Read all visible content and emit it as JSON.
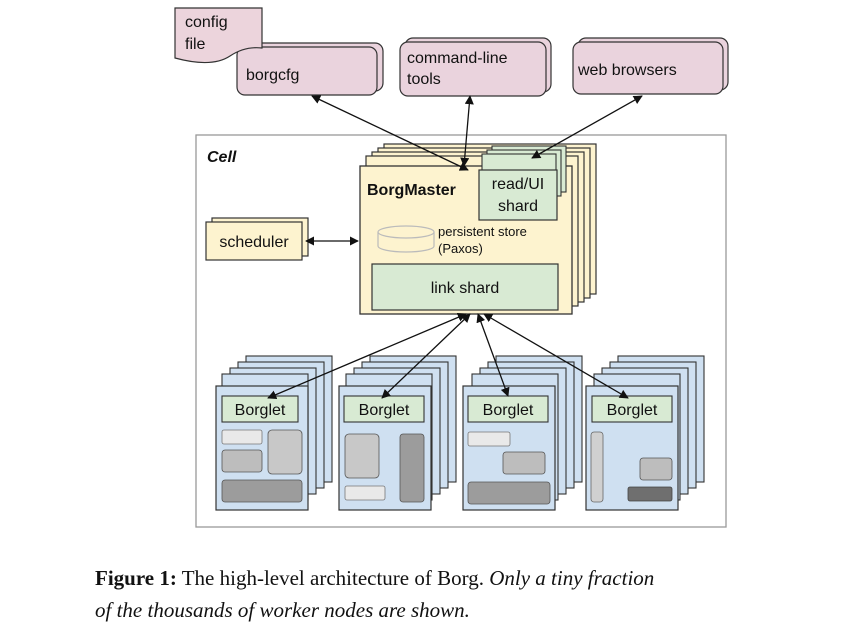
{
  "client": {
    "config_file_lines": [
      "config",
      "file"
    ],
    "borgcfg": "borgcfg",
    "cli_lines": [
      "command-line",
      "tools"
    ],
    "web_browsers": "web browsers"
  },
  "cell": {
    "label": "Cell",
    "borgmaster": "BorgMaster",
    "readui_lines": [
      "read/UI",
      "shard"
    ],
    "store_lines": [
      "persistent store",
      "(Paxos)"
    ],
    "link_shard": "link shard",
    "scheduler": "scheduler",
    "borglets": [
      "Borglet",
      "Borglet",
      "Borglet",
      "Borglet"
    ]
  },
  "caption": {
    "label": "Figure 1:",
    "text": "The high-level architecture of Borg.",
    "italic_line1": "Only a tiny fraction",
    "italic_line2": "of the thousands of worker nodes are shown."
  },
  "colors": {
    "client_pink": "#ead3dd",
    "note_pink": "#ecd4dc",
    "master_yellow": "#fdf3cf",
    "shard_green": "#d8ead3",
    "node_blue": "#cfe0f1",
    "scheduler_yellow": "#fdf3cf",
    "cell_border": "#999999"
  }
}
